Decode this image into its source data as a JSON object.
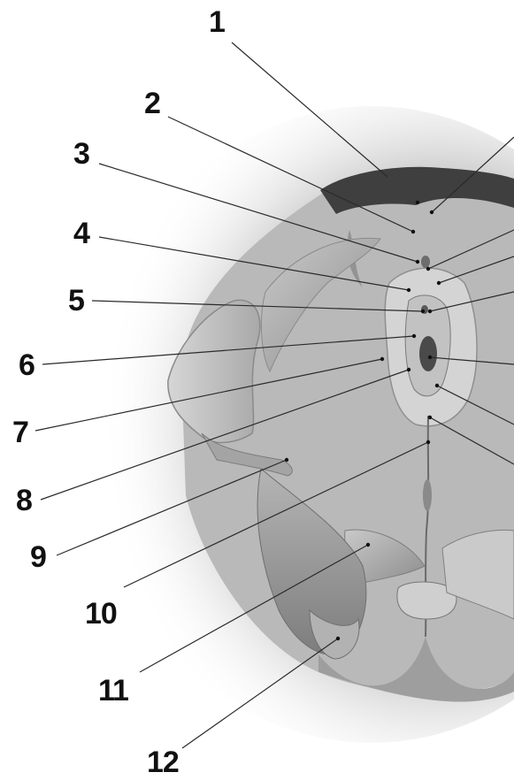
{
  "labels": [
    "1",
    "2",
    "3",
    "4",
    "5",
    "6",
    "7",
    "8",
    "9",
    "10",
    "11",
    "12"
  ],
  "colors": {
    "background": "#ffffff",
    "label_text": "#111111",
    "leader_line": "#2a2a2a",
    "tissue_light": "#d9d9d9",
    "tissue_dark": "#6f6f6f",
    "hair": "#3a3a3a"
  }
}
